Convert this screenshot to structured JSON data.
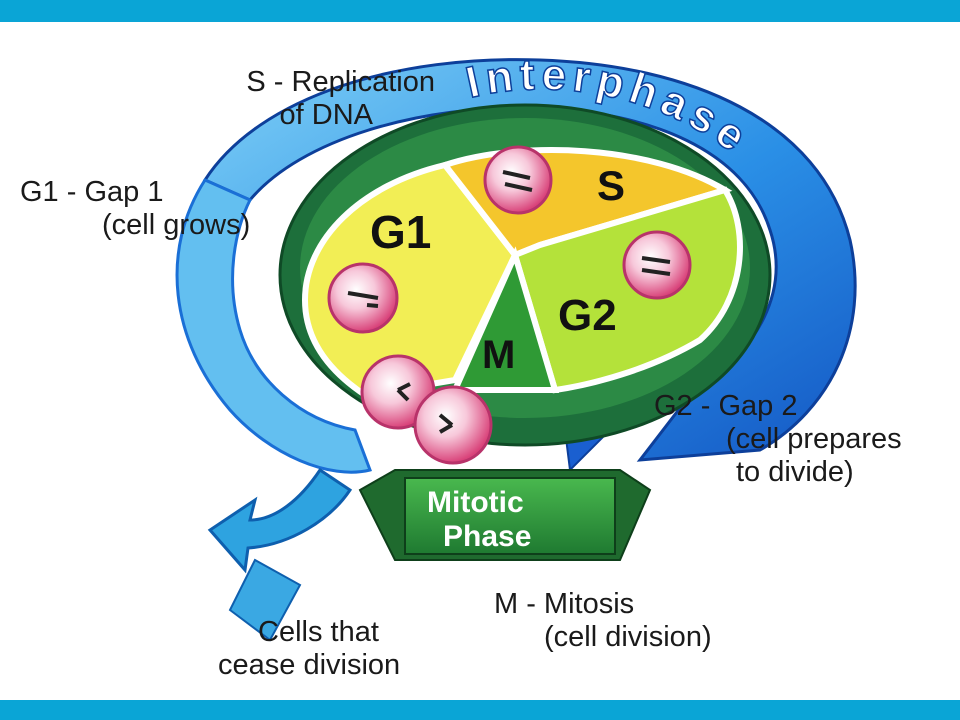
{
  "labels": {
    "s_line1": "S - Replication",
    "s_line2": "of DNA",
    "g1_line1": "G1 - Gap 1",
    "g1_line2": "(cell grows)",
    "g2_line1": "G2 - Gap 2",
    "g2_line2": "(cell prepares",
    "g2_line3": "to divide)",
    "m_line1": "M - Mitosis",
    "m_line2": "(cell division)",
    "cease_line1": "Cells that",
    "cease_line2": "cease division"
  },
  "wheel": {
    "g1": "G1",
    "s": "S",
    "g2": "G2",
    "m": "M",
    "interphase": "Interphase",
    "mitotic1": "Mitotic",
    "mitotic2": "Phase"
  },
  "colors": {
    "frame": "#0aa5d6",
    "arrow_blue": "#1a6fd6",
    "arrow_light": "#53b8ee",
    "g1_yellow": "#f2ee55",
    "s_gold": "#f4c62c",
    "g2_green": "#b4e23a",
    "m_green": "#2f9a35",
    "ring_dark_green": "#1d6f3b",
    "cell_pink": "#e85b8d"
  }
}
